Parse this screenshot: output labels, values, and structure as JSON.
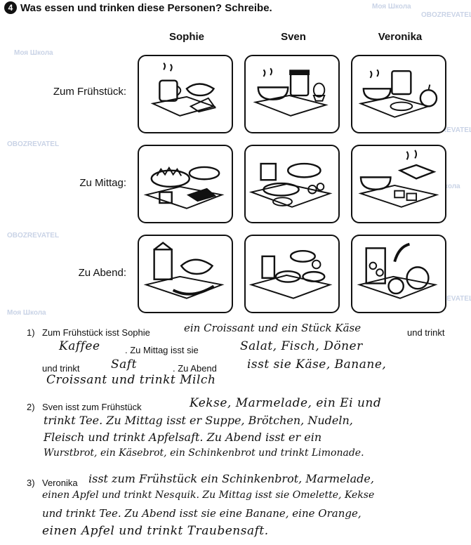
{
  "task": {
    "number": "4",
    "instruction": "Was essen und trinken diese Personen? Schreibe."
  },
  "columns": [
    "Sophie",
    "Sven",
    "Veronika"
  ],
  "rows": [
    "Zum Frühstück:",
    "Zu Mittag:",
    "Zu Abend:"
  ],
  "watermarks": {
    "school": "Моя Школа",
    "brand": "OBOZREVATEL"
  },
  "answers": {
    "a1": {
      "number": "1)",
      "p1": "Zum Frühstück isst Sophie",
      "h1": "ein Croissant und ein Stück Käse",
      "p2": "und trinkt",
      "h2": "Kaffee",
      "p3": ". Zu Mittag isst sie",
      "h3": "Salat, Fisch, Döner",
      "p4": "und trinkt",
      "h4": "Saft",
      "p5": ". Zu Abend",
      "h5": "isst sie Käse, Banane,",
      "h6": "Croissant und trinkt Milch"
    },
    "a2": {
      "number": "2)",
      "p1": "Sven isst zum Frühstück",
      "h1": "Kekse, Marmelade, ein Ei und",
      "h2": "trinkt Tee. Zu Mittag isst er Suppe, Brötchen, Nudeln,",
      "h3": "Fleisch und trinkt Apfelsaft. Zu Abend isst er ein",
      "h4": "Wurstbrot, ein Käsebrot, ein Schinkenbrot und trinkt Limonade."
    },
    "a3": {
      "number": "3)",
      "p1": "Veronika",
      "h1": "isst zum Frühstück ein Schinkenbrot, Marmelade,",
      "h2": "einen Apfel und trinkt Nesquik. Zu Mittag isst sie Omelette, Kekse",
      "h3": "und trinkt Tee. Zu Abend isst sie eine Banane, eine Orange,",
      "h4": "einen Apfel und trinkt Traubensaft."
    }
  }
}
